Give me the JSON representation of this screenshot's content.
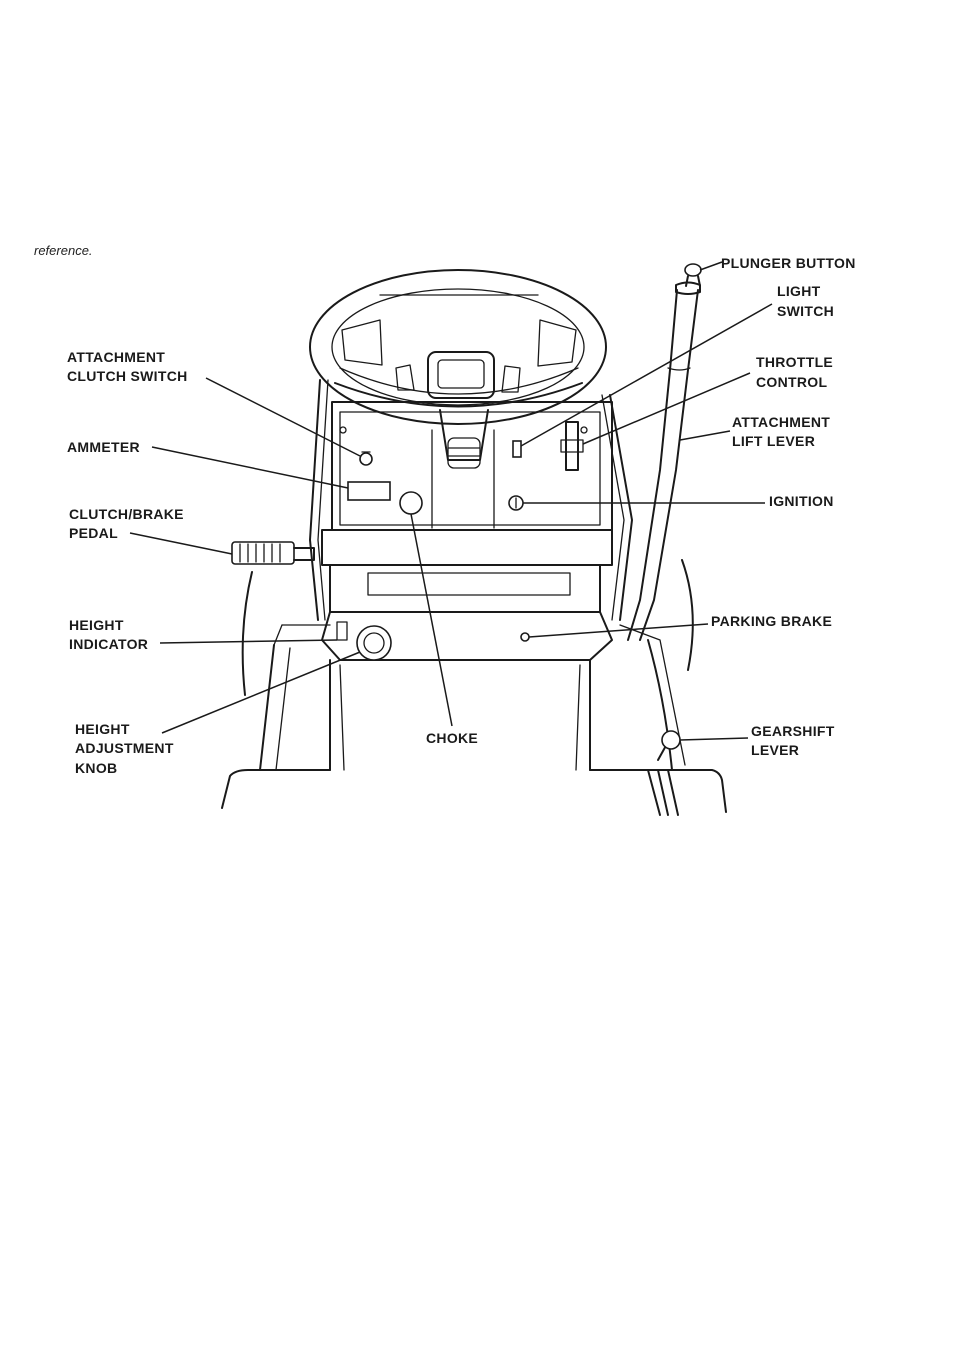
{
  "note": "reference.",
  "labels": {
    "attachment_clutch_switch": [
      "ATTACHMENT",
      "CLUTCH SWITCH"
    ],
    "ammeter": [
      "AMMETER"
    ],
    "clutch_brake_pedal": [
      "CLUTCH/BRAKE",
      "PEDAL"
    ],
    "height_indicator": [
      "HEIGHT",
      "INDICATOR"
    ],
    "height_adjustment_knob": [
      "HEIGHT",
      "ADJUSTMENT",
      "KNOB"
    ],
    "choke": [
      "CHOKE"
    ],
    "plunger_button": [
      "PLUNGER BUTTON"
    ],
    "light_switch": [
      "LIGHT",
      "SWITCH"
    ],
    "throttle_control": [
      "THROTTLE",
      "CONTROL"
    ],
    "attachment_lift_lever": [
      "ATTACHMENT",
      "LIFT LEVER"
    ],
    "ignition": [
      "IGNITION"
    ],
    "parking_brake": [
      "PARKING BRAKE"
    ],
    "gearshift_lever": [
      "GEARSHIFT",
      "LEVER"
    ]
  }
}
